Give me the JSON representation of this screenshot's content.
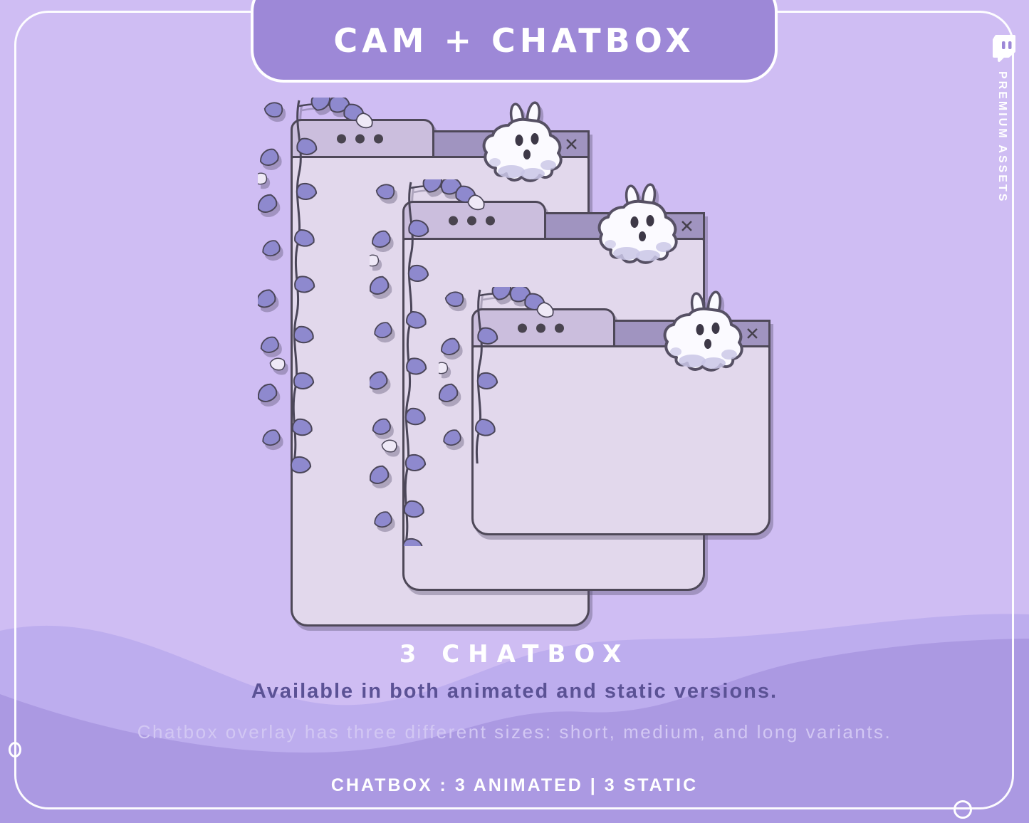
{
  "banner": {
    "title": "CAM + CHATBOX"
  },
  "side_badge": {
    "label": "PREMIUM ASSETS",
    "icon": "twitch-logo-icon"
  },
  "windows": {
    "count": 3,
    "close_glyph": "✕",
    "decorations": [
      "ghost-bunny",
      "hanging-vine",
      "window-dots"
    ]
  },
  "footer": {
    "heading": "3 CHATBOX",
    "subheading": "Available in both animated and static versions.",
    "description": "Chatbox overlay has three different sizes: short, medium, and long variants.",
    "summary": "CHATBOX : 3 ANIMATED | 3 STATIC"
  },
  "colors": {
    "background": "#cfbdf3",
    "banner_fill": "#9d88d7",
    "window_body": "#e2d8ec",
    "window_tab": "#cbbedd",
    "window_titlebar": "#a094c0",
    "window_outline": "#4e4858",
    "vine_leaf": "#8e89ce",
    "vine_leaf_light": "#efe9f7",
    "ghost_white": "#fbfaff",
    "ghost_shade": "#c9c5e6",
    "wave_mid": "#bdadee",
    "wave_deep": "#ab99e2",
    "text_dark": "#5b5295",
    "text_light": "#d2c7f3"
  }
}
